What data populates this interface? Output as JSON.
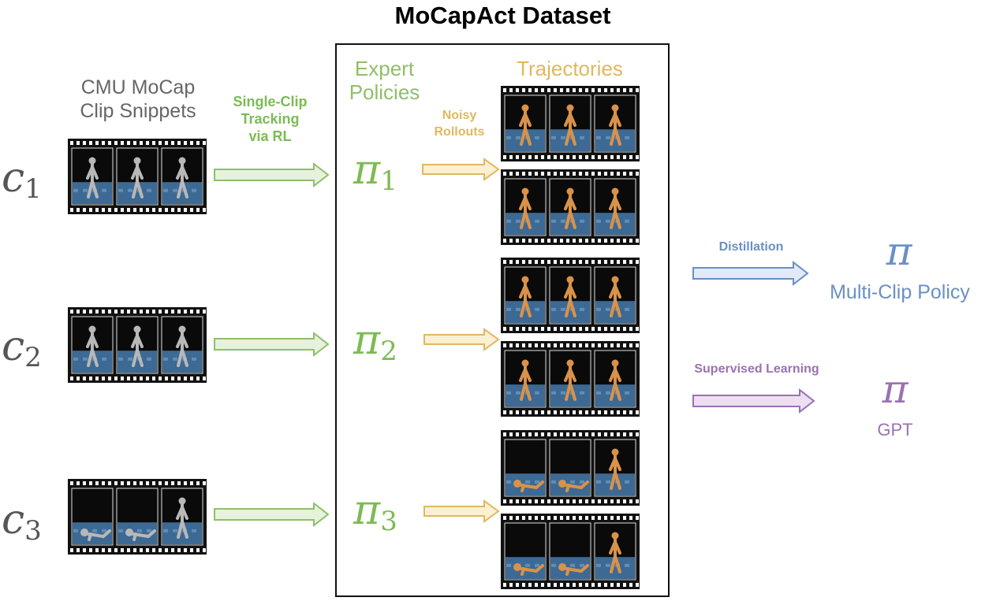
{
  "title": "MoCapAct Dataset",
  "mocap_header": [
    "CMU MoCap",
    "Clip Snippets"
  ],
  "tracking_label": [
    "Single-Clip",
    "Tracking",
    "via RL"
  ],
  "expert_header": [
    "Expert",
    "Policies"
  ],
  "trajectories_header": "Trajectories",
  "noisy_label": [
    "Noisy",
    "Rollouts"
  ],
  "clips": [
    {
      "symbol": "c",
      "index": "1"
    },
    {
      "symbol": "c",
      "index": "2"
    },
    {
      "symbol": "c",
      "index": "3"
    }
  ],
  "experts": [
    {
      "symbol": "π",
      "index": "1"
    },
    {
      "symbol": "π",
      "index": "2"
    },
    {
      "symbol": "π",
      "index": "3"
    }
  ],
  "distillation": {
    "arrow_label": "Distillation",
    "symbol": "π",
    "name": "Multi-Clip Policy"
  },
  "supervised": {
    "arrow_label": "Supervised Learning",
    "symbol": "π",
    "name": "GPT"
  },
  "colors": {
    "green": "#7dbb55",
    "gold": "#e0b860",
    "blue": "#6a90c4",
    "purple": "#9a72b3",
    "gray": "#666666"
  }
}
